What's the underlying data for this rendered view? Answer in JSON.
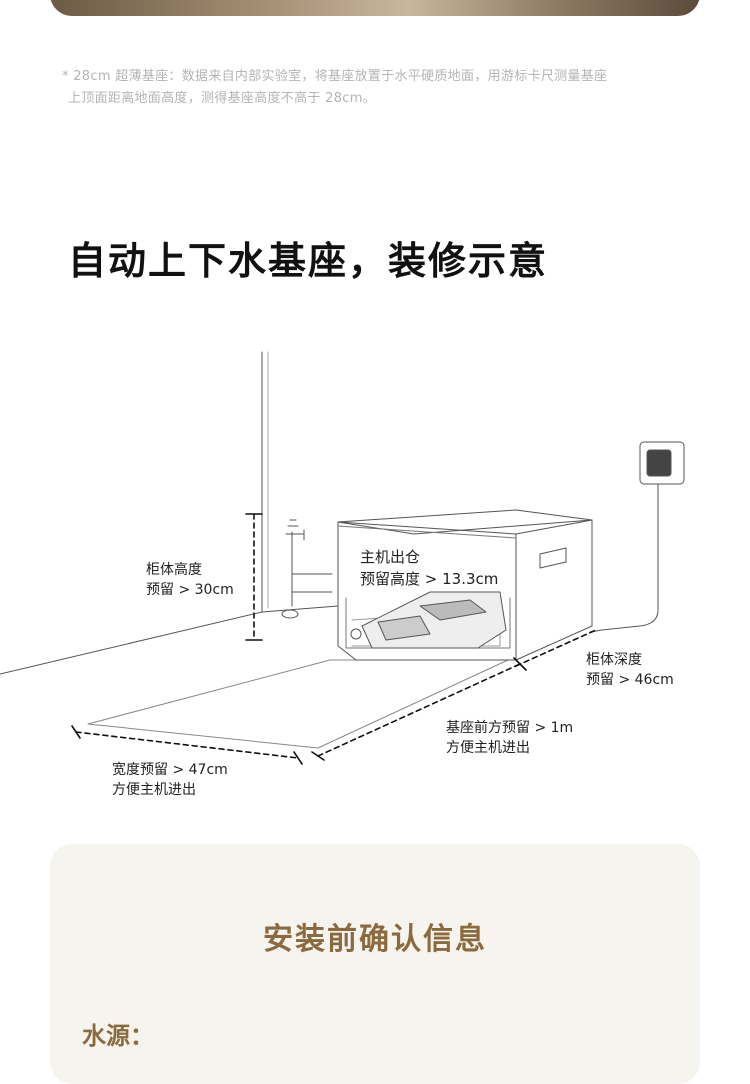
{
  "footnote": {
    "line1": "* 28cm 超薄基座：数据来自内部实验室，将基座放置于水平硬质地面，用游标卡尺测量基座",
    "line2": "上顶面距离地面高度，测得基座高度不高于 28cm。"
  },
  "section_title": "自动上下水基座，装修示意",
  "diagram": {
    "cabinet_height": {
      "line1": "柜体高度",
      "line2": "预留 > 30cm"
    },
    "host_exit": {
      "line1": "主机出仓",
      "line2": "预留高度 > 13.3cm"
    },
    "cabinet_depth": {
      "line1": "柜体深度",
      "line2": "预留 > 46cm"
    },
    "front_space": {
      "line1": "基座前方预留 > 1m",
      "line2": "方便主机进出"
    },
    "width_space": {
      "line1": "宽度预留 > 47cm",
      "line2": "方便主机进出"
    }
  },
  "info_card": {
    "title": "安装前确认信息",
    "water_label": "水源："
  }
}
